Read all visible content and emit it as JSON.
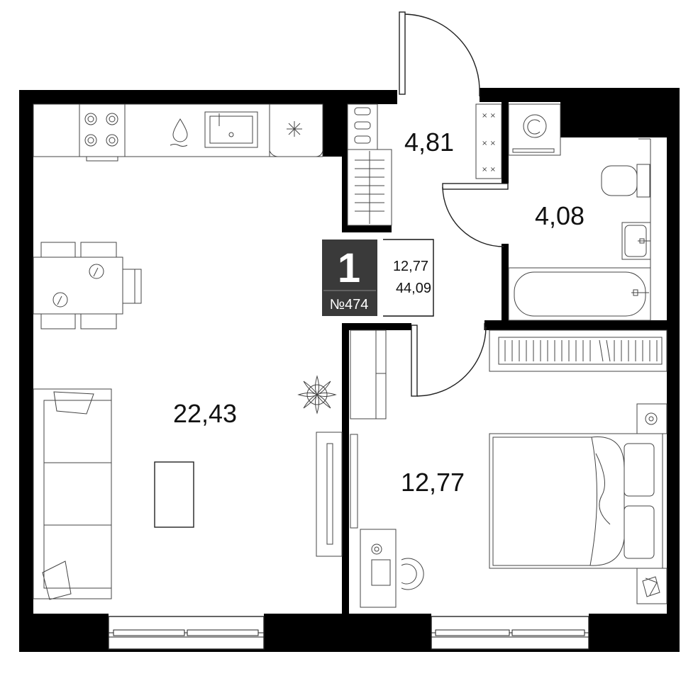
{
  "apartment": {
    "rooms_count": "1",
    "number": "№474",
    "living_area": "12,77",
    "total_area": "44,09"
  },
  "rooms": [
    {
      "id": "living-kitchen",
      "area": "22,43"
    },
    {
      "id": "hallway",
      "area": "4,81"
    },
    {
      "id": "bathroom",
      "area": "4,08"
    },
    {
      "id": "bedroom",
      "area": "12,77"
    }
  ],
  "colors": {
    "wall": "#000000",
    "badge": "#3a3a3a",
    "furniture_stroke": "#444444"
  }
}
